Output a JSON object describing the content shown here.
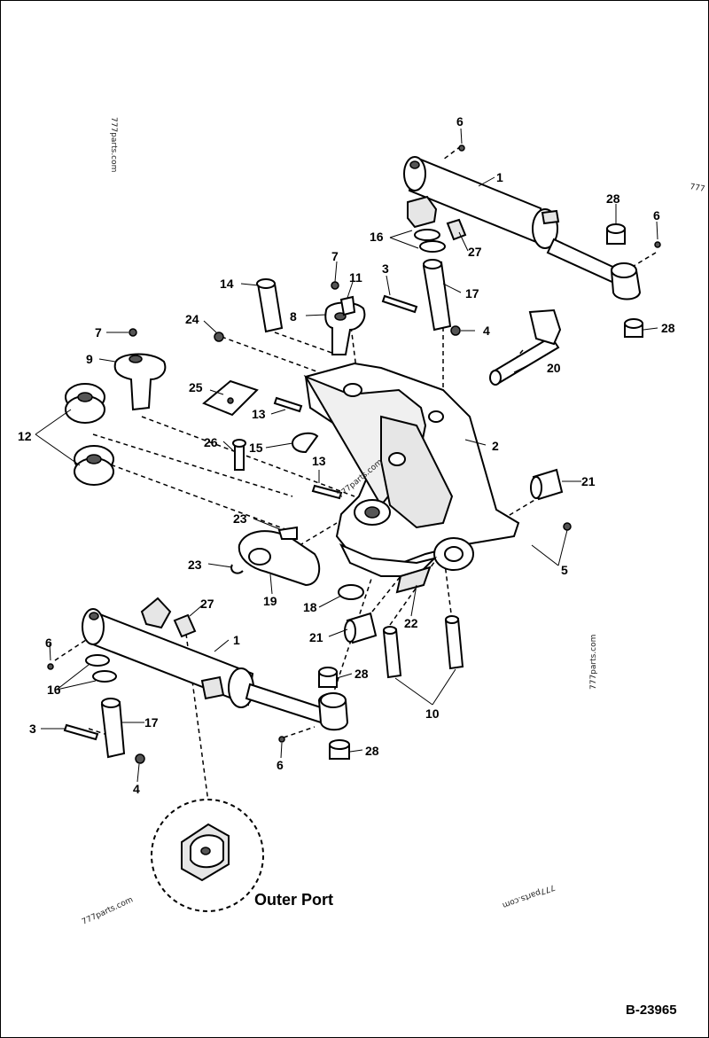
{
  "figure_id": "B-23965",
  "detail_caption": "Outer Port",
  "watermark": "777parts.com",
  "watermark_clipped": "777",
  "callouts": [
    "1",
    "2",
    "3",
    "4",
    "5",
    "6",
    "7",
    "8",
    "9",
    "10",
    "11",
    "12",
    "13",
    "14",
    "15",
    "16",
    "17",
    "18",
    "19",
    "20",
    "21",
    "22",
    "23",
    "24",
    "25",
    "26",
    "27",
    "28"
  ]
}
